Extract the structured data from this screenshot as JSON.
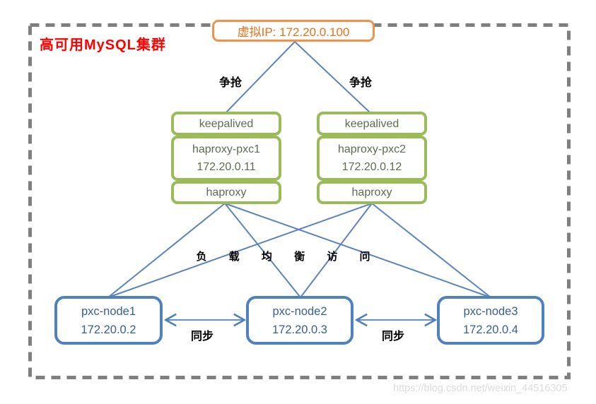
{
  "diagram": {
    "title": "高可用MySQL集群",
    "watermark": "https://blog.csdn.net/weixin_44516305",
    "virtual_ip": {
      "label": "虚拟IP: 172.20.0.100"
    },
    "contend_labels": [
      "争抢",
      "争抢"
    ],
    "haproxy_groups": [
      {
        "keepalived": "keepalived",
        "host": "haproxy-pxc1",
        "ip": "172.20.0.11",
        "service": "haproxy"
      },
      {
        "keepalived": "keepalived",
        "host": "haproxy-pxc2",
        "ip": "172.20.0.12",
        "service": "haproxy"
      }
    ],
    "load_balance_label": "负 载 均 衡 访 问",
    "pxc_nodes": [
      {
        "name": "pxc-node1",
        "ip": "172.20.0.2"
      },
      {
        "name": "pxc-node2",
        "ip": "172.20.0.3"
      },
      {
        "name": "pxc-node3",
        "ip": "172.20.0.4"
      }
    ],
    "sync_labels": [
      "同步",
      "同步"
    ],
    "colors": {
      "vip_border": "#F0924A",
      "vip_text": "#E8721C",
      "group_border": "#9BBB59",
      "group_text": "#5E6B4F",
      "node_border": "#4F81BD",
      "node_text": "#376092",
      "line": "#5B84BE",
      "title_red": "#FF0000",
      "frame_gray": "#7F7F7F",
      "watermark_gray": "#DCDCDC"
    }
  }
}
